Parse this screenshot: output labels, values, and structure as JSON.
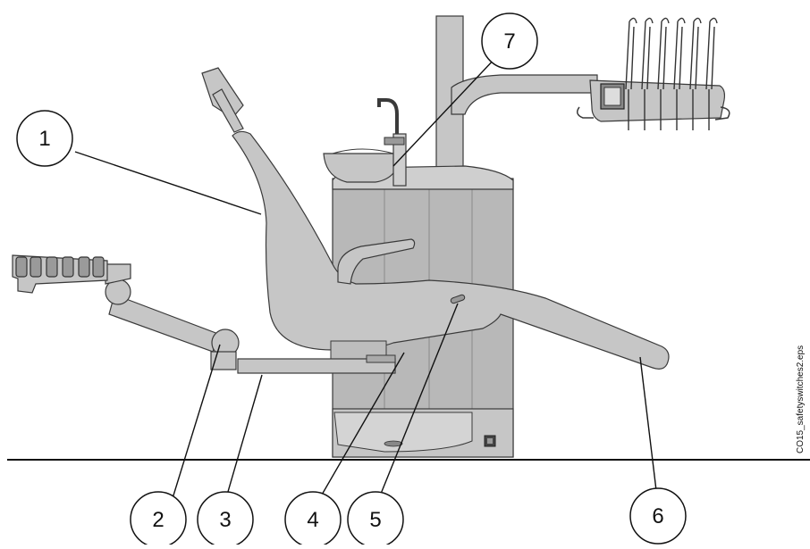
{
  "figure": {
    "side_label": "CO15_safetyswitches2.eps"
  },
  "callouts": [
    {
      "number": "1"
    },
    {
      "number": "2"
    },
    {
      "number": "3"
    },
    {
      "number": "4"
    },
    {
      "number": "5"
    },
    {
      "number": "6"
    },
    {
      "number": "7"
    }
  ],
  "colors": {
    "unit_fill": "#c6c6c6",
    "unit_stroke": "#3a3a3a",
    "panel_fill": "#b4b4b4",
    "dark": "#555555",
    "line": "#111111"
  }
}
